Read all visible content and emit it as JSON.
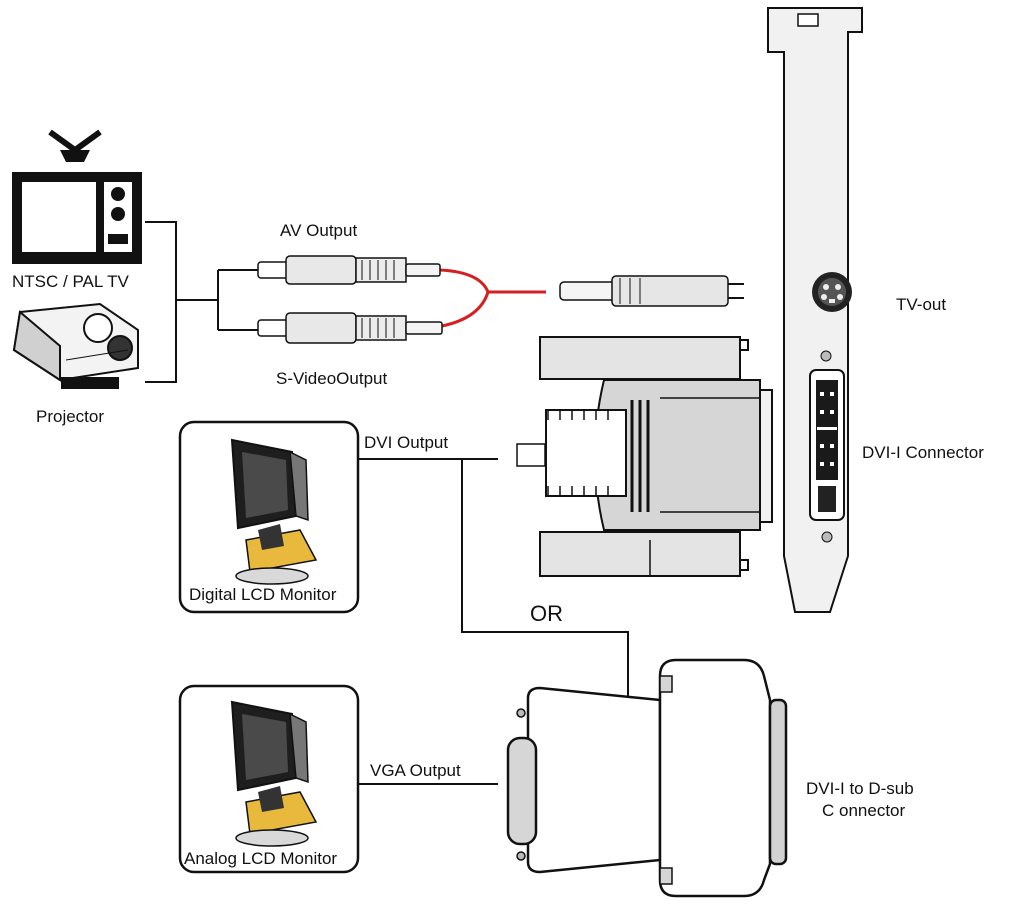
{
  "labels": {
    "tv": "NTSC / PAL TV",
    "projector": "Projector",
    "av_output": "AV Output",
    "svideo_output": "S-VideoOutput",
    "tv_out": "TV-out",
    "dvi_connector": "DVI-I Connector",
    "dvi_output": "DVI Output",
    "digital_monitor": "Digital LCD Monitor",
    "or": "OR",
    "vga_output": "VGA Output",
    "analog_monitor": "Analog LCD Monitor",
    "adapter_line1": "DVI-I to D-sub",
    "adapter_line2": "C onnector"
  },
  "colors": {
    "line": "#111111",
    "cable_red": "#d42020",
    "panel_fill": "#ececec",
    "connector_fill": "#dcdcdc",
    "screen_dark": "#2a2a2a",
    "stand_yellow": "#e8b93c"
  },
  "icons": [
    "tv-icon",
    "projector-icon",
    "lcd-monitor-icon",
    "svideo-port-icon",
    "dvi-port-icon"
  ]
}
